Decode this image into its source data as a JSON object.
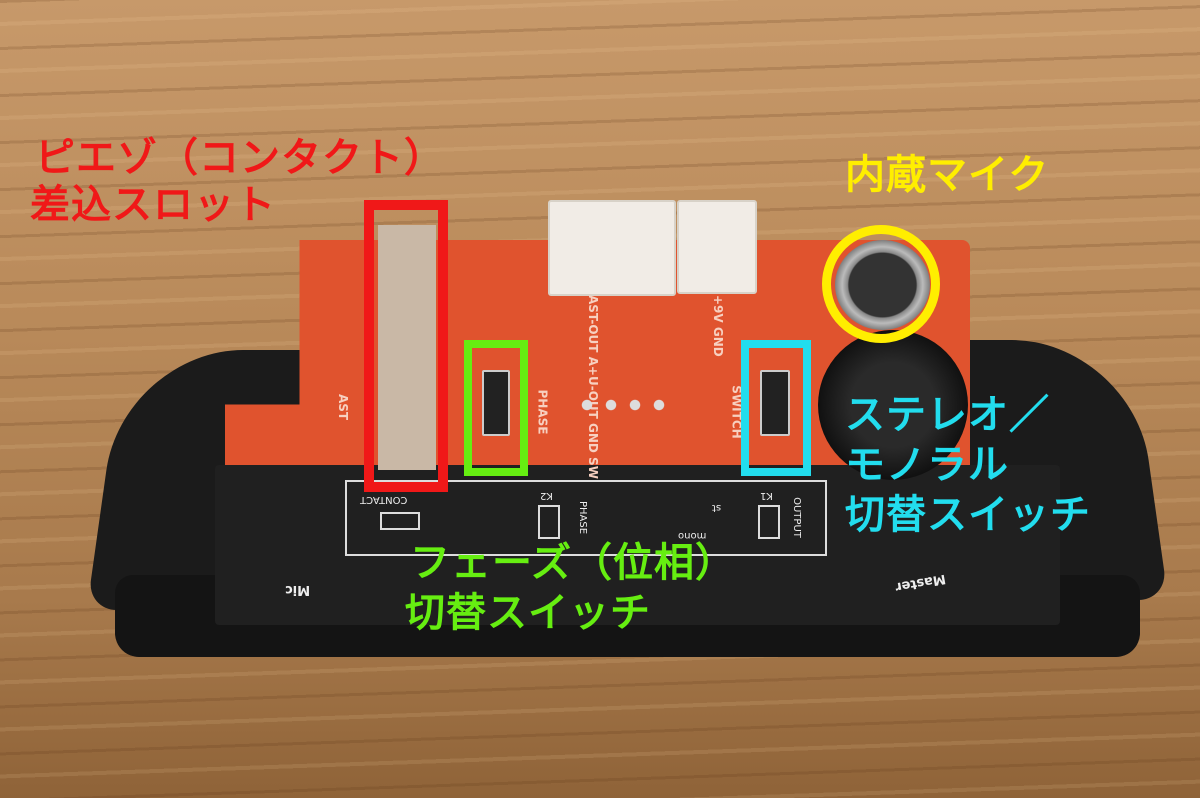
{
  "annotations": {
    "piezo": {
      "line1": "ピエゾ（コンタクト）",
      "line2": "差込スロット",
      "color": "#f01818"
    },
    "mic": {
      "line1": "内蔵マイク",
      "color": "#ffee00"
    },
    "phase": {
      "line1": "フェーズ（位相）",
      "line2": "切替スイッチ",
      "color": "#66ee11"
    },
    "output": {
      "line1": "ステレオ／",
      "line2": "モノラル",
      "line3": "切替スイッチ",
      "color": "#22ddee"
    }
  },
  "device": {
    "panel": {
      "contact": "CONTACT",
      "k2": "K2",
      "phase": "PHASE",
      "k1": "K1",
      "st": "st",
      "mono": "mono",
      "output": "OUTPUT"
    },
    "pcb": {
      "phase": "PHASE",
      "switch": "SWITCH",
      "ast": "AST",
      "conn1_pins": "AST-OUT  A+U-OUT  GND  SW",
      "conn2_pins": "+9V  GND"
    },
    "case": {
      "mic": "Mic",
      "master": "Master"
    }
  }
}
